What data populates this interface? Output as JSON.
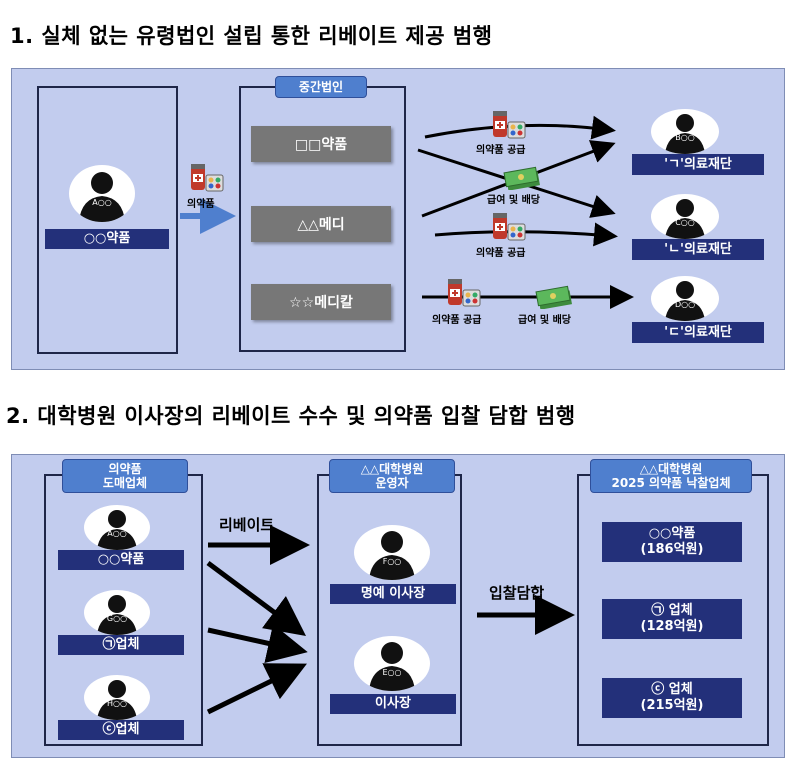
{
  "section1": {
    "title": "1. 실체 없는 유령법인 설립 통한 리베이트 제공 범행",
    "source_company": {
      "label": "○○약품",
      "code": "A○○"
    },
    "supply_label": "의약품",
    "middle_tag": "중간법인",
    "middle_companies": [
      "□□약품",
      "△△메디",
      "☆☆메디칼"
    ],
    "foundations": [
      {
        "label": "'ㄱ'의료재단",
        "code": "B○○"
      },
      {
        "label": "'ㄴ'의료재단",
        "code": "C○○"
      },
      {
        "label": "'ㄷ'의료재단",
        "code": "D○○"
      }
    ],
    "flow_labels": {
      "supply1": "의약품 공급",
      "pay1": "급여 및 배당",
      "supply2": "의약품 공급",
      "supply3": "의약품 공급",
      "pay3": "급여 및 배당"
    }
  },
  "section2": {
    "title": "2. 대학병원 이사장의 리베이트 수수 및 의약품 입찰 담합 범행",
    "left_tag": [
      "의약품",
      "도매업체"
    ],
    "wholesalers": [
      {
        "label": "○○약품",
        "code": "A○○"
      },
      {
        "label": "㉠업체",
        "code": "G○○"
      },
      {
        "label": "ⓒ업체",
        "code": "H○○"
      }
    ],
    "rebate_label": "리베이트",
    "middle_tag": [
      "△△대학병원",
      "운영자"
    ],
    "operators": [
      {
        "label": "명예 이사장",
        "code": "F○○"
      },
      {
        "label": "이사장",
        "code": "E○○"
      }
    ],
    "bid_label": "입찰담합",
    "right_tag": [
      "△△대학병원",
      "2025 의약품 낙찰업체"
    ],
    "winners": [
      {
        "name": "○○약품",
        "amount": "(186억원)"
      },
      {
        "name": "㉠ 업체",
        "amount": "(128억원)"
      },
      {
        "name": "ⓒ 업체",
        "amount": "(215억원)"
      }
    ]
  },
  "colors": {
    "panel": "#c2ccee",
    "navy": "#23307a",
    "tag": "#4f7fce",
    "gray": "#777777"
  }
}
